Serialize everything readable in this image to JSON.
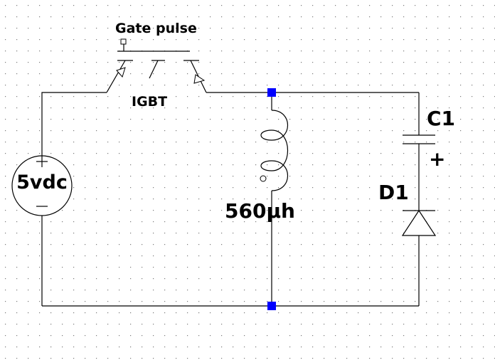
{
  "labels": {
    "gate": "Gate pulse",
    "switch": "IGBT",
    "source": "5vdc",
    "inductor": "560µh",
    "capacitor": "C1",
    "capacitor_polarity": "+",
    "diode": "D1"
  },
  "colors": {
    "wire": "#000000",
    "node": "#0000ff",
    "grid_dot": "#7a7a7a",
    "background": "#ffffff"
  },
  "icons": {
    "source": "voltage-source-icon",
    "switch": "igbt-icon",
    "inductor": "inductor-coil-icon",
    "capacitor": "capacitor-icon",
    "diode": "diode-icon"
  }
}
